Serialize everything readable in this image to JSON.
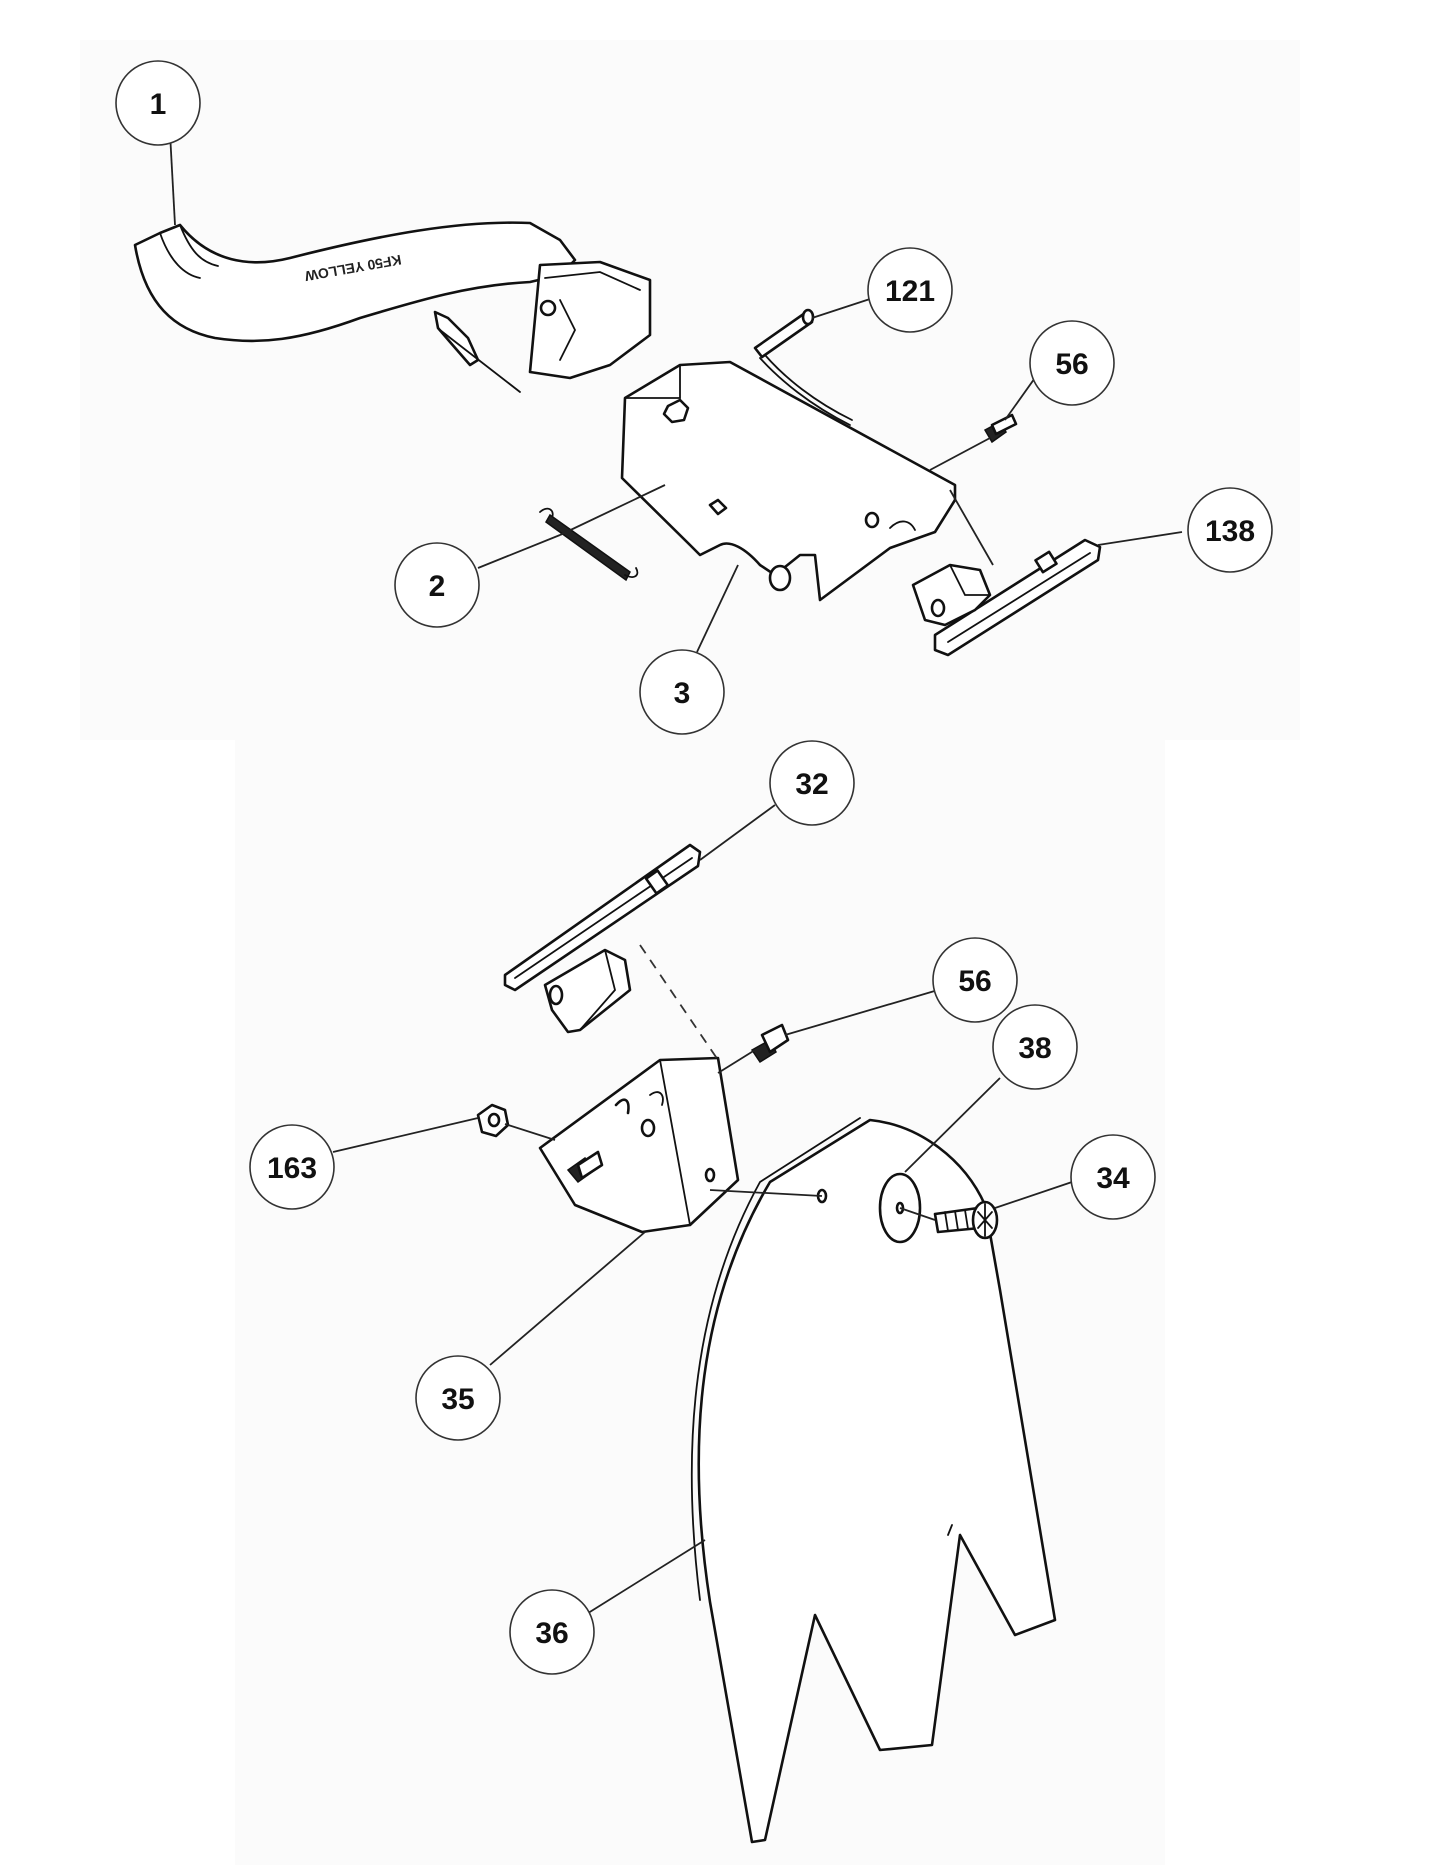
{
  "diagram": {
    "callouts": [
      {
        "id": "c1",
        "label": "1"
      },
      {
        "id": "c121",
        "label": "121"
      },
      {
        "id": "c56a",
        "label": "56"
      },
      {
        "id": "c138",
        "label": "138"
      },
      {
        "id": "c2",
        "label": "2"
      },
      {
        "id": "c3",
        "label": "3"
      },
      {
        "id": "c32",
        "label": "32"
      },
      {
        "id": "c56b",
        "label": "56"
      },
      {
        "id": "c38",
        "label": "38"
      },
      {
        "id": "c34",
        "label": "34"
      },
      {
        "id": "c163",
        "label": "163"
      },
      {
        "id": "c35",
        "label": "35"
      },
      {
        "id": "c36",
        "label": "36"
      }
    ],
    "handle_embossed_text": "KF50 YELLOW"
  },
  "colors": {
    "line": "#111111",
    "bubble_fill": "#ffffff",
    "background": "#ffffff",
    "panel": "#fbfbfb"
  }
}
